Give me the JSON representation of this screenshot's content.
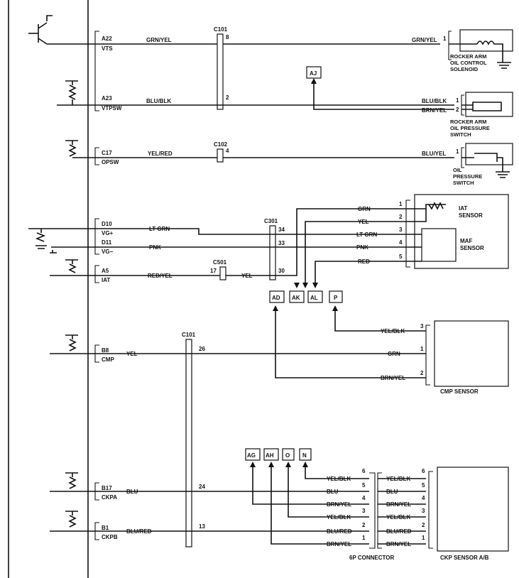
{
  "ecm_pins": [
    {
      "pin": "A22",
      "name": "VTS"
    },
    {
      "pin": "A23",
      "name": "VTPSW"
    },
    {
      "pin": "C17",
      "name": "OPSW"
    },
    {
      "pin": "D10",
      "name": "VG+"
    },
    {
      "pin": "D11",
      "name": "VG−"
    },
    {
      "pin": "A5",
      "name": "IAT"
    },
    {
      "pin": "B8",
      "name": "CMP"
    },
    {
      "pin": "B17",
      "name": "CKPA"
    },
    {
      "pin": "B1",
      "name": "CKPB"
    }
  ],
  "connectors": {
    "c101_top": "C101",
    "c102": "C102",
    "c301": "C301",
    "c501": "C501",
    "c101_bottom": "C101",
    "six_pin": "6P CONNECTOR"
  },
  "connector_pins": {
    "c101_a22": "8",
    "c101_a23": "2",
    "c102_c17": "4",
    "c301_d10": "34",
    "c301_d11": "33",
    "c301_a5": "30",
    "c501_a5": "17",
    "c101_b8": "26",
    "c101_b17": "24",
    "c101_b1": "13"
  },
  "wire_colors": {
    "a22_left": "GRN/YEL",
    "a22_right": "GRN/YEL",
    "a23_left": "BLU/BLK",
    "a23_right": "BLU/BLK",
    "vtpsw_brn": "BRN/YEL",
    "c17_left": "YEL/RED",
    "c17_right": "BLU/YEL",
    "d10_left": "LT GRN",
    "d11_left": "PNK",
    "a5_left": "RED/YEL",
    "a5_mid": "YEL",
    "maf1": "GRN",
    "maf2": "YEL",
    "maf3": "LT GRN",
    "maf4": "PNK",
    "maf5": "RED",
    "cmp3": "YEL/BLK",
    "cmp_b8": "YEL",
    "cmp1": "GRN",
    "cmp2": "BRN/YEL",
    "ckp_b17": "BLU",
    "ckp_b1": "BLU/RED",
    "p6l": "YEL/BLK",
    "p5l": "BLU",
    "p4l": "BRN/YEL",
    "p3l": "YEL/BLK",
    "p2l": "BLU/RED",
    "p1l": "BRN/YEL",
    "p6r": "YEL/BLK",
    "p5r": "BLU",
    "p4r": "BRN/YEL",
    "p3r": "YEL/BLK",
    "p2r": "BLU/RED",
    "p1r": "BRN/YEL"
  },
  "component_pins": {
    "one": "1",
    "two": "2",
    "three": "3",
    "four": "4",
    "five": "5",
    "six": "6"
  },
  "components": {
    "rocker_sol": [
      "ROCKER ARM",
      "OIL CONTROL",
      "SOLENOID"
    ],
    "rocker_sw": [
      "ROCKER ARM",
      "OIL PRESSURE",
      "SWITCH"
    ],
    "oil_sw": [
      "OIL",
      "PRESSURE",
      "SWITCH"
    ],
    "iat": [
      "IAT",
      "SENSOR"
    ],
    "maf": [
      "MAF",
      "SENSOR"
    ],
    "cmp": "CMP SENSOR",
    "ckp": "CKP SENSOR A/B"
  },
  "junction_refs": [
    "AJ",
    "AD",
    "AK",
    "AL",
    "P",
    "AG",
    "AH",
    "O",
    "N"
  ]
}
